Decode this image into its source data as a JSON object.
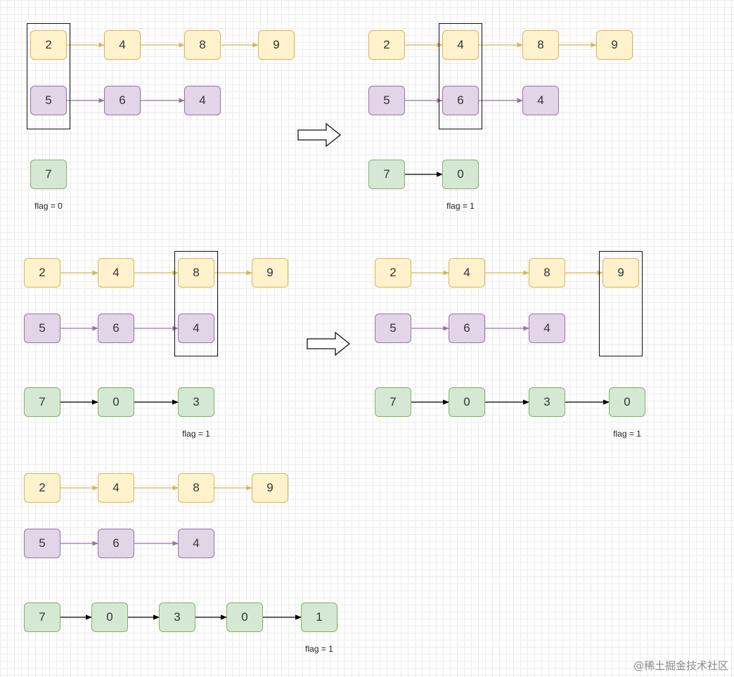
{
  "panels": [
    {
      "id": "step1",
      "rows": [
        {
          "color": "yellow",
          "values": [
            "2",
            "4",
            "8",
            "9"
          ]
        },
        {
          "color": "purple",
          "values": [
            "5",
            "6",
            "4"
          ]
        },
        {
          "color": "green",
          "values": [
            "7"
          ]
        }
      ],
      "pointer_column": 0,
      "flag_text": "flag = 0"
    },
    {
      "id": "step2",
      "rows": [
        {
          "color": "yellow",
          "values": [
            "2",
            "4",
            "8",
            "9"
          ]
        },
        {
          "color": "purple",
          "values": [
            "5",
            "6",
            "4"
          ]
        },
        {
          "color": "green",
          "values": [
            "7",
            "0"
          ]
        }
      ],
      "pointer_column": 1,
      "flag_text": "flag = 1"
    },
    {
      "id": "step3",
      "rows": [
        {
          "color": "yellow",
          "values": [
            "2",
            "4",
            "8",
            "9"
          ]
        },
        {
          "color": "purple",
          "values": [
            "5",
            "6",
            "4"
          ]
        },
        {
          "color": "green",
          "values": [
            "7",
            "0",
            "3"
          ]
        }
      ],
      "pointer_column": 2,
      "flag_text": "flag = 1"
    },
    {
      "id": "step4",
      "rows": [
        {
          "color": "yellow",
          "values": [
            "2",
            "4",
            "8",
            "9"
          ]
        },
        {
          "color": "purple",
          "values": [
            "5",
            "6",
            "4"
          ]
        },
        {
          "color": "green",
          "values": [
            "7",
            "0",
            "3",
            "0"
          ]
        }
      ],
      "pointer_column": 3,
      "flag_text": "flag = 1"
    },
    {
      "id": "step5",
      "rows": [
        {
          "color": "yellow",
          "values": [
            "2",
            "4",
            "8",
            "9"
          ]
        },
        {
          "color": "purple",
          "values": [
            "5",
            "6",
            "4"
          ]
        },
        {
          "color": "green",
          "values": [
            "7",
            "0",
            "3",
            "0",
            "1"
          ]
        }
      ],
      "pointer_column": null,
      "flag_text": "flag = 1"
    }
  ],
  "transition_arrows": 2,
  "colors": {
    "yellow_fill": "#fff2cc",
    "yellow_stroke": "#d6b656",
    "purple_fill": "#e1d5e7",
    "purple_stroke": "#9673a6",
    "green_fill": "#d5e8d4",
    "green_stroke": "#82b366",
    "result_link": "#000000"
  },
  "watermark": "@稀土掘金技术社区"
}
